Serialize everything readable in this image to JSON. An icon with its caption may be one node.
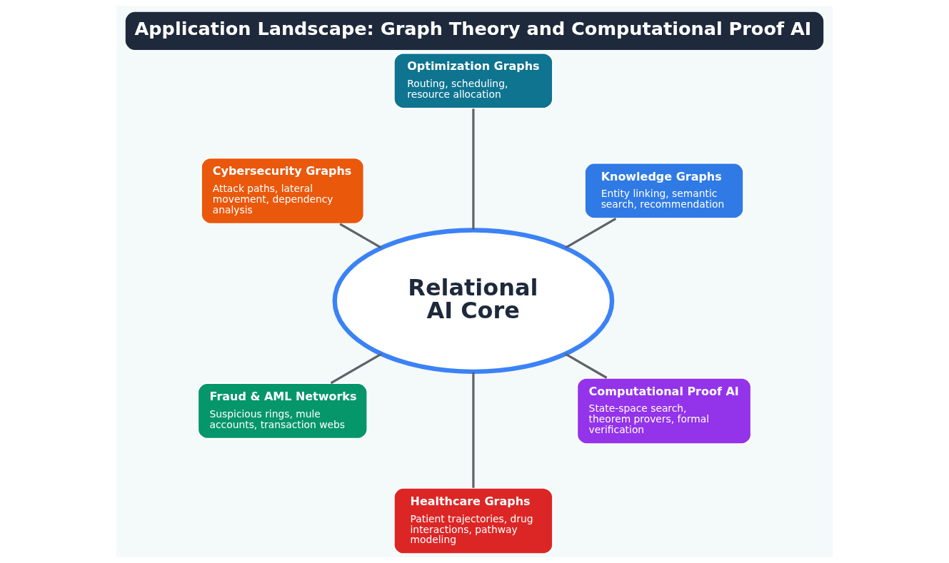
{
  "diagram": {
    "title": "Application Landscape: Graph Theory and Computational Proof AI",
    "nodes": [
      {
        "text": [
          "Relational AI Core"
        ]
      },
      {
        "text": [
          "Knowledge Graphs",
          "Entity linking, semantic search, recommendation"
        ]
      },
      {
        "text": [
          "Optimization Graphs",
          "Routing, scheduling, resource allocation"
        ]
      },
      {
        "text": [
          "Cybersecurity Graphs",
          "Attack paths, lateral movement, dependency analysis"
        ]
      },
      {
        "text": [
          "Fraud & AML Networks",
          "Suspicious rings, mule accounts, transaction webs"
        ]
      },
      {
        "text": [
          "Healthcare Graphs",
          "Patient trajectories, drug interactions, pathway modeling"
        ]
      },
      {
        "text": [
          "Computational Proof AI",
          "State-space search, theorem provers, formal verification"
        ]
      }
    ],
    "edges": [
      {
        "from": 0,
        "to": 1,
        "arrow": "none"
      },
      {
        "from": 0,
        "to": 2,
        "arrow": "none"
      },
      {
        "from": 0,
        "to": 3,
        "arrow": "none"
      },
      {
        "from": 0,
        "to": 4,
        "arrow": "none"
      },
      {
        "from": 0,
        "to": 5,
        "arrow": "none"
      },
      {
        "from": 0,
        "to": 6,
        "arrow": "none"
      }
    ]
  }
}
